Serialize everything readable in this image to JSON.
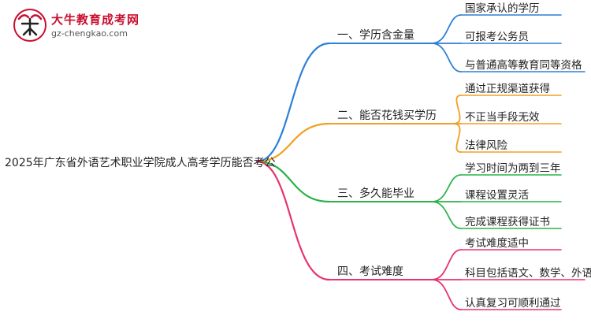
{
  "logo": {
    "name": "大牛教育成考网",
    "url": "gz-chengkao.com"
  },
  "root": {
    "label": "2025年广东省外语艺术职业学院成人高考学历能否考公"
  },
  "branches": [
    {
      "label": "一、学历含金量",
      "color": "#2e7fd6",
      "children": [
        "国家承认的学历",
        "可报考公务员",
        "与普通高等教育同等资格"
      ]
    },
    {
      "label": "二、能否花钱买学历",
      "color": "#f0a020",
      "children": [
        "通过正规渠道获得",
        "不正当手段无效",
        "法律风险"
      ]
    },
    {
      "label": "三、多久能毕业",
      "color": "#2bb34a",
      "children": [
        "学习时间为两到三年",
        "课程设置灵活",
        "完成课程获得证书"
      ]
    },
    {
      "label": "四、考试难度",
      "color": "#e8336d",
      "children": [
        "考试难度适中",
        "科目包括语文、数学、外语",
        "认真复习可顺利通过"
      ]
    }
  ]
}
